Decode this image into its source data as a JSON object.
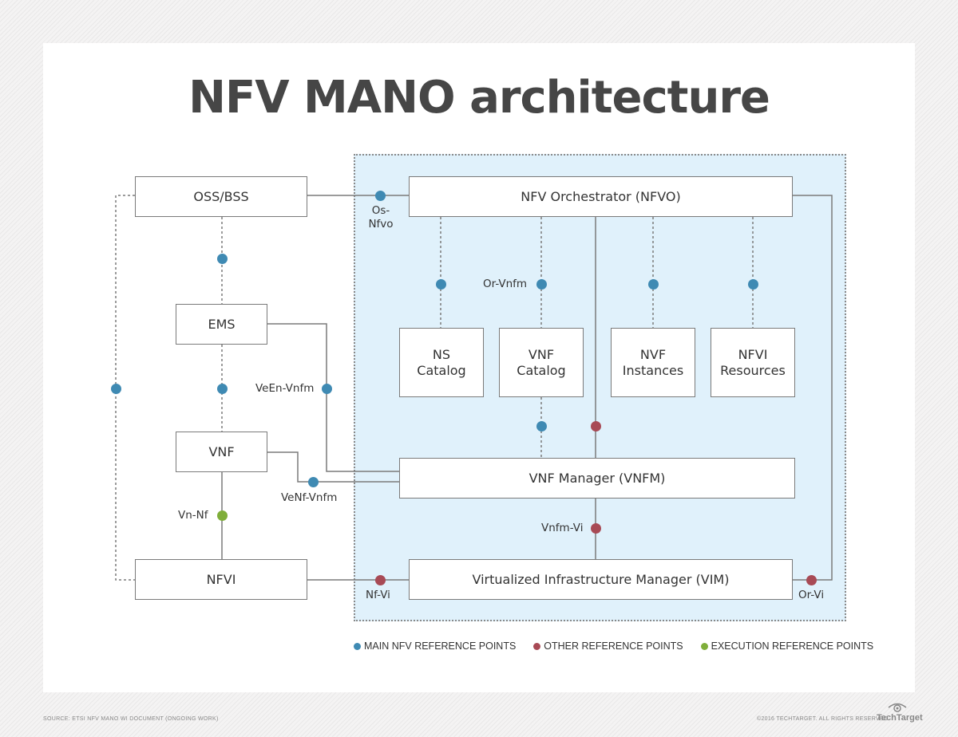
{
  "title": "NFV MANO architecture",
  "colors": {
    "main_ref": "#3f8ab3",
    "other_ref": "#a84a55",
    "exec_ref": "#7fae3a",
    "mano_zone": "#e0f1fb",
    "title": "#464646"
  },
  "blocks": {
    "oss_bss": "OSS/BSS",
    "ems": "EMS",
    "vnf": "VNF",
    "nfvi": "NFVI",
    "nfvo": "NFV Orchestrator (NFVO)",
    "ns_catalog": "NS\nCatalog",
    "vnf_catalog": "VNF\nCatalog",
    "nvf_instances": "NVF\nInstances",
    "nfvi_resources": "NFVI\nResources",
    "vnfm": "VNF Manager (VNFM)",
    "vim": "Virtualized Infrastructure Manager (VIM)"
  },
  "reference_points": {
    "os_nfvo": "Os-\nNfvo",
    "or_vnfm": "Or-Vnfm",
    "veen_vnfm": "VeEn-Vnfm",
    "venf_vnfm": "VeNf-Vnfm",
    "vn_nf": "Vn-Nf",
    "vnfm_vi": "Vnfm-Vi",
    "nf_vi": "Nf-Vi",
    "or_vi": "Or-Vi"
  },
  "legend": [
    {
      "label": "MAIN NFV REFERENCE POINTS",
      "type": "main"
    },
    {
      "label": "OTHER REFERENCE POINTS",
      "type": "other"
    },
    {
      "label": "EXECUTION REFERENCE POINTS",
      "type": "exec"
    }
  ],
  "footer": {
    "source": "SOURCE: ETSI NFV MANO WI DOCUMENT (ONGOING WORK)",
    "copyright": "©2016 TECHTARGET. ALL RIGHTS RESERVED",
    "logo": "TechTarget"
  }
}
